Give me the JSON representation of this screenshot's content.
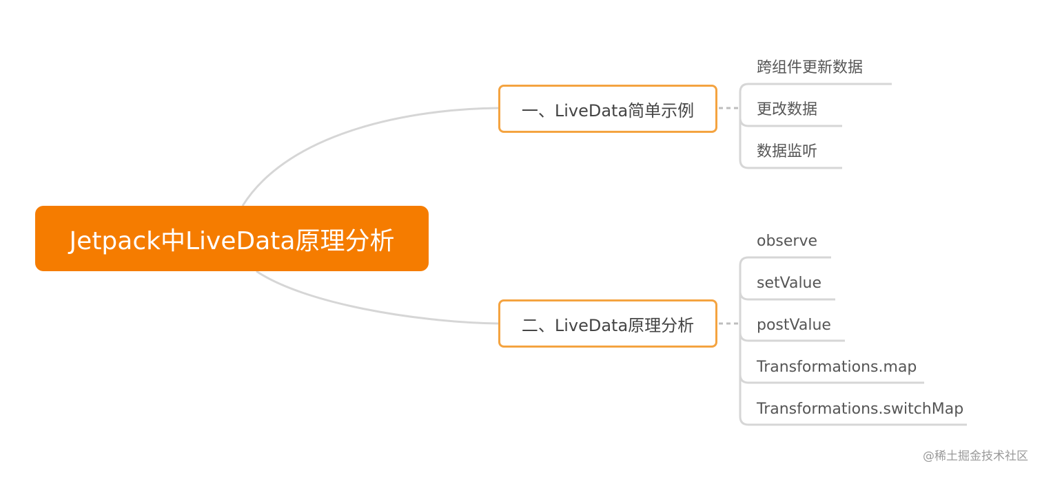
{
  "root": {
    "label": "Jetpack中LiveData原理分析",
    "color": "#f57c00"
  },
  "branches": [
    {
      "label": "一、LiveData简单示例",
      "border_color": "#f4a340",
      "children": [
        "跨组件更新数据",
        "更改数据",
        "数据监听"
      ]
    },
    {
      "label": "二、LiveData原理分析",
      "border_color": "#f4a340",
      "children": [
        "observe",
        "setValue",
        "postValue",
        "Transformations.map",
        "Transformations.switchMap"
      ]
    }
  ],
  "watermark": "@稀土掘金技术社区",
  "connector_color": "#d6d6d6"
}
